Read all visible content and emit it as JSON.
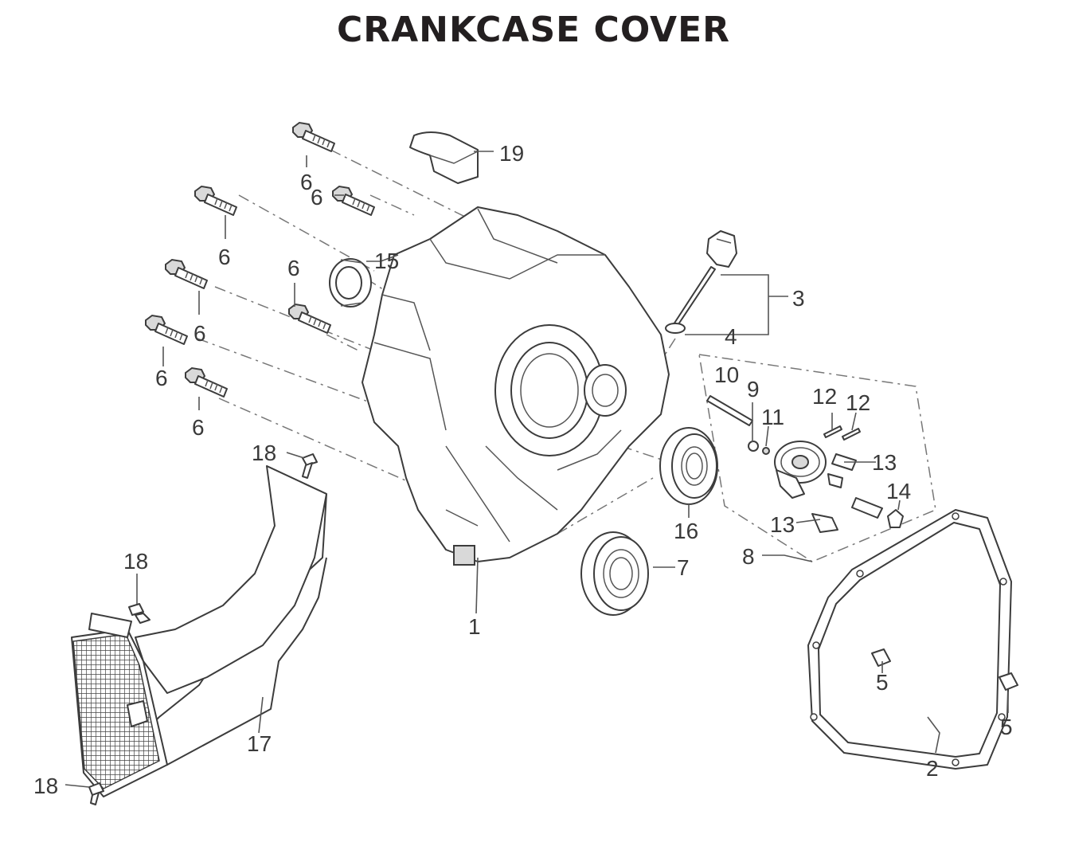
{
  "title": "CRANKCASE COVER",
  "callouts": {
    "c1": "1",
    "c2": "2",
    "c3": "3",
    "c4": "4",
    "c5a": "5",
    "c5b": "5",
    "c6a": "6",
    "c6b": "6",
    "c6c": "6",
    "c6d": "6",
    "c6e": "6",
    "c6f": "6",
    "c6g": "6",
    "c7": "7",
    "c8": "8",
    "c9": "9",
    "c10": "10",
    "c11": "11",
    "c12a": "12",
    "c12b": "12",
    "c13a": "13",
    "c13b": "13",
    "c14": "14",
    "c15": "15",
    "c16": "16",
    "c17": "17",
    "c18a": "18",
    "c18b": "18",
    "c18c": "18",
    "c19": "19"
  }
}
